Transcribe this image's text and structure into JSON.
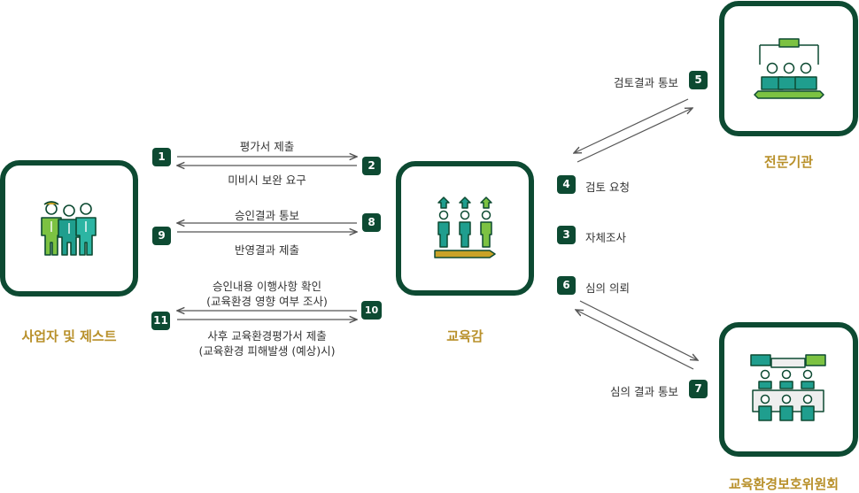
{
  "nodes": {
    "business": {
      "title": "사업자 및 제스트"
    },
    "office": {
      "title": "교육감"
    },
    "expert": {
      "title": "전문기관"
    },
    "committee": {
      "title": "교육환경보호위원회"
    }
  },
  "steps": [
    {
      "num": "1",
      "label": "평가서 제출"
    },
    {
      "num": "2",
      "label": "미비시 보완 요구"
    },
    {
      "num": "3",
      "label": "자체조사"
    },
    {
      "num": "4",
      "label": "검토 요청"
    },
    {
      "num": "5",
      "label": "검토결과 통보"
    },
    {
      "num": "6",
      "label": "심의 의뢰"
    },
    {
      "num": "7",
      "label": "심의 결과 통보"
    },
    {
      "num": "8",
      "label": "승인결과 통보"
    },
    {
      "num": "9",
      "label": "반영결과 제출"
    },
    {
      "num": "10",
      "label_line1": "승인내용 이행사항 확인",
      "label_line2": "(교육환경 영향 여부 조사)"
    },
    {
      "num": "11",
      "label_line1": "사후 교육환경평가서 제출",
      "label_line2": "(교육환경 피해발생 (예상)시)"
    }
  ],
  "colors": {
    "dark_green": "#0d4a32",
    "gold": "#b8902a",
    "teal": "#1f9e8e",
    "lime": "#7cc242"
  }
}
